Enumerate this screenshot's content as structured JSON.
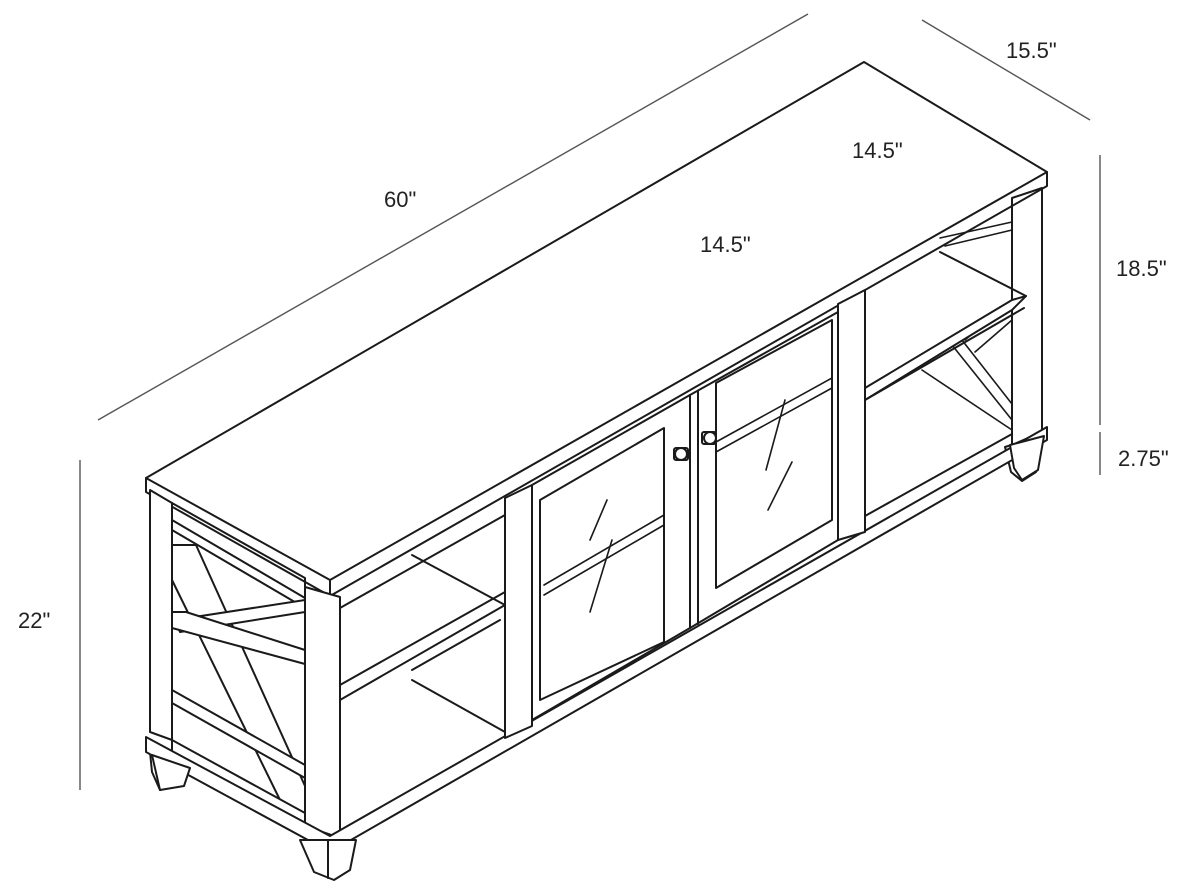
{
  "diagram": {
    "subject": "TV stand with two glass doors and open side shelves",
    "dimensions": {
      "width": "60\"",
      "depth": "15.5\"",
      "total_height": "22\"",
      "body_height": "18.5\"",
      "leg_height": "2.75\"",
      "door_opening_width": "14.5\"",
      "door_opening_depth": "14.5\""
    }
  }
}
